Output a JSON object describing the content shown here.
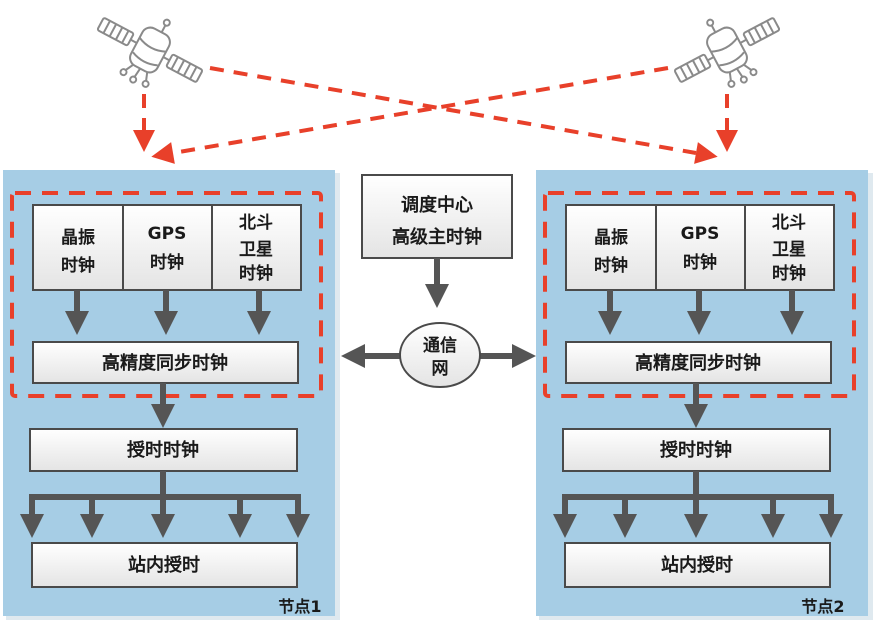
{
  "diagram": {
    "satellites": [
      {
        "icon": "satellite-icon"
      },
      {
        "icon": "satellite-icon"
      }
    ],
    "control_center": {
      "lines": [
        "调度中心",
        "高级主时钟"
      ]
    },
    "network": {
      "lines": [
        "通信",
        "网"
      ]
    },
    "nodes": [
      {
        "label": "节点1",
        "sources": [
          {
            "lines": [
              "晶振",
              "时钟"
            ]
          },
          {
            "lines": [
              "GPS",
              "时钟"
            ]
          },
          {
            "lines": [
              "北斗",
              "卫星",
              "时钟"
            ]
          }
        ],
        "sync_clock": "高精度同步时钟",
        "timing_clock": "授时时钟",
        "station_timing": "站内授时"
      },
      {
        "label": "节点2",
        "sources": [
          {
            "lines": [
              "晶振",
              "时钟"
            ]
          },
          {
            "lines": [
              "GPS",
              "时钟"
            ]
          },
          {
            "lines": [
              "北斗",
              "卫星",
              "时钟"
            ]
          }
        ],
        "sync_clock": "高精度同步时钟",
        "timing_clock": "授时时钟",
        "station_timing": "站内授时"
      }
    ]
  },
  "colors": {
    "panel": "#a6cde5",
    "signal_arrow": "#e8402a",
    "flow_arrow": "#555555",
    "box_border": "#4a4a4a"
  }
}
